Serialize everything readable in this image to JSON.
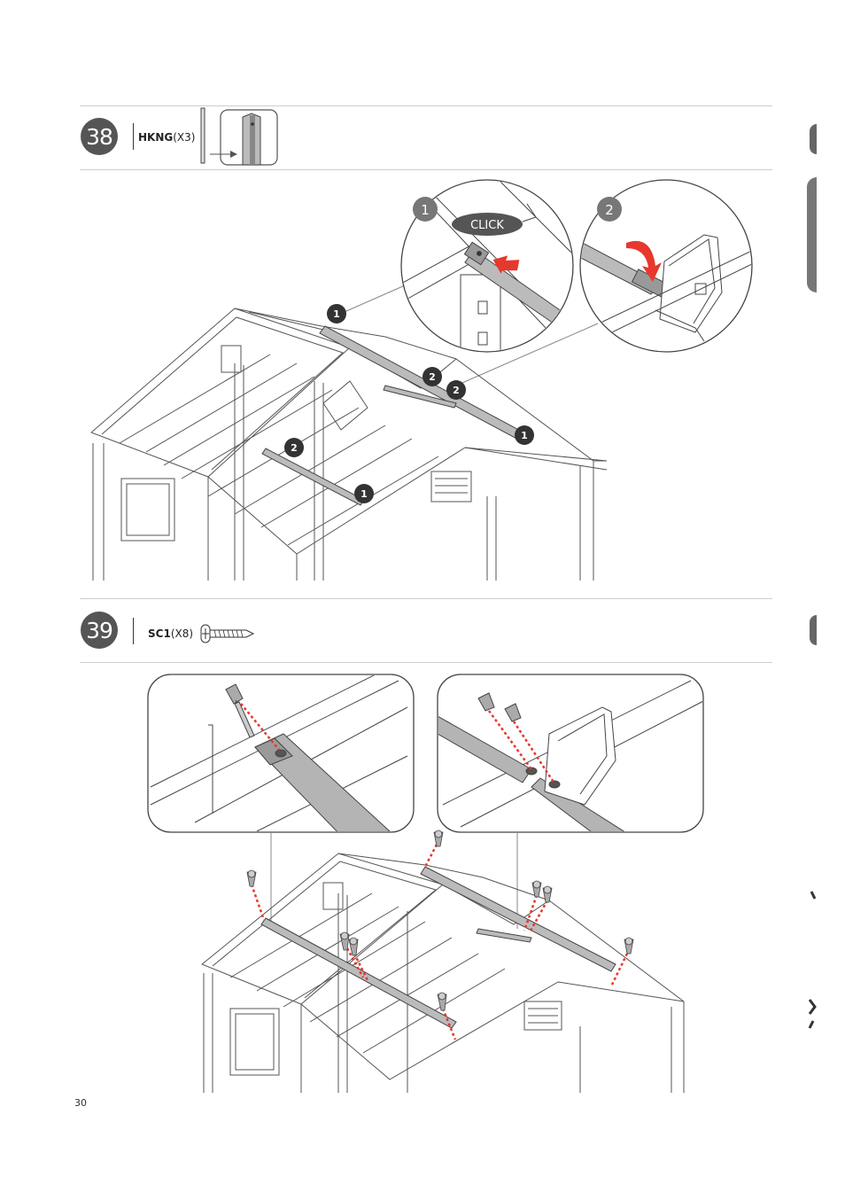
{
  "steps": [
    {
      "number": "38",
      "part_code": "HKNG",
      "part_qty": "(X3)",
      "callouts": [
        "1",
        "2"
      ],
      "click_label": "CLICK",
      "markers": [
        "1",
        "2",
        "2",
        "1",
        "2",
        "1"
      ]
    },
    {
      "number": "39",
      "part_code": "SC1",
      "part_qty": "(X8)"
    }
  ],
  "page_number": "30",
  "colors": {
    "badge": "#555555",
    "arrow": "#e8372c",
    "beam": "#b4b4b4",
    "line": "#444444"
  }
}
